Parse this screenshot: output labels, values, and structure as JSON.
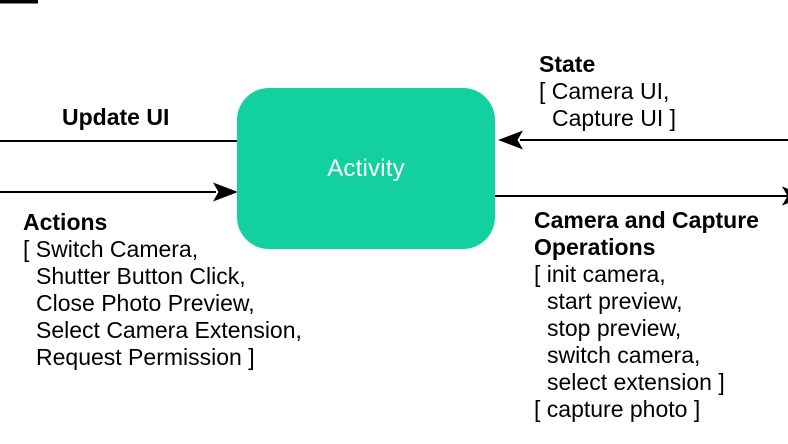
{
  "diagram": {
    "node": {
      "label": "Activity"
    },
    "colors": {
      "node_fill": "#12d0a0",
      "node_text": "#ffffff",
      "line": "#000000"
    },
    "edges": {
      "update_ui": {
        "label": "Update UI"
      },
      "state": {
        "label": "State",
        "lines": [
          "[ Camera UI,",
          "Capture UI ]"
        ]
      },
      "actions": {
        "label": "Actions",
        "lines": [
          "[ Switch Camera,",
          "Shutter Button Click,",
          "Close Photo Preview,",
          "Select Camera Extension,",
          "Request Permission ]"
        ]
      },
      "camera_ops": {
        "label_lines": [
          "Camera and Capture",
          "Operations"
        ],
        "lines": [
          "[ init camera,",
          "start preview,",
          "stop preview,",
          "switch camera,",
          "select extension ]",
          "[ capture photo ]"
        ]
      }
    }
  }
}
